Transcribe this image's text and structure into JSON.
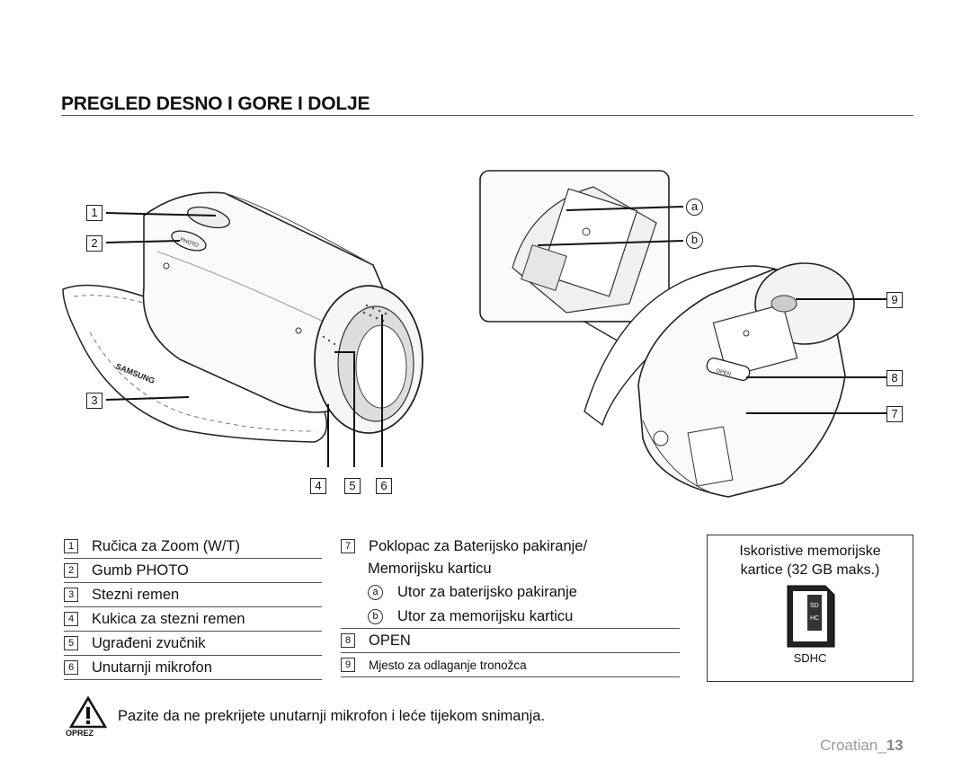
{
  "page": {
    "title": "PREGLED DESNO I GORE I DOLJE",
    "footer_lang": "Croatian_",
    "footer_page": "13"
  },
  "callouts": {
    "n1": "1",
    "n2": "2",
    "n3": "3",
    "n4": "4",
    "n5": "5",
    "n6": "6",
    "n7": "7",
    "n8": "8",
    "n9": "9",
    "a": "a",
    "b": "b"
  },
  "left_list": [
    {
      "num": "1",
      "label": "Ručica za Zoom (W/T)"
    },
    {
      "num": "2",
      "label": "Gumb PHOTO"
    },
    {
      "num": "3",
      "label": "Stezni remen"
    },
    {
      "num": "4",
      "label": "Kukica za stezni remen"
    },
    {
      "num": "5",
      "label": "Ugrađeni zvučnik"
    },
    {
      "num": "6",
      "label": "Unutarnji mikrofon"
    }
  ],
  "right_list": {
    "item7_num": "7",
    "item7_line1": "Poklopac za Baterijsko pakiranje/",
    "item7_line2": "Memorijsku karticu",
    "sub_a_letter": "a",
    "sub_a": "Utor za baterijsko pakiranje",
    "sub_b_letter": "b",
    "sub_b": "Utor za memorijsku karticu",
    "item8_num": "8",
    "item8": "OPEN",
    "item9_num": "9",
    "item9": "Mjesto za odlaganje tronožca"
  },
  "sd_panel": {
    "line1": "Iskoristive memorijske",
    "line2": "kartice (32 GB maks.)",
    "card_label": "SDHC"
  },
  "camera_text": {
    "brand": "SAMSUNG",
    "photo": "PHOTO",
    "open": "OPEN"
  },
  "caution": {
    "label": "OPREZ",
    "text": "Pazite da ne prekrijete unutarnji mikrofon i leće tijekom snimanja."
  }
}
